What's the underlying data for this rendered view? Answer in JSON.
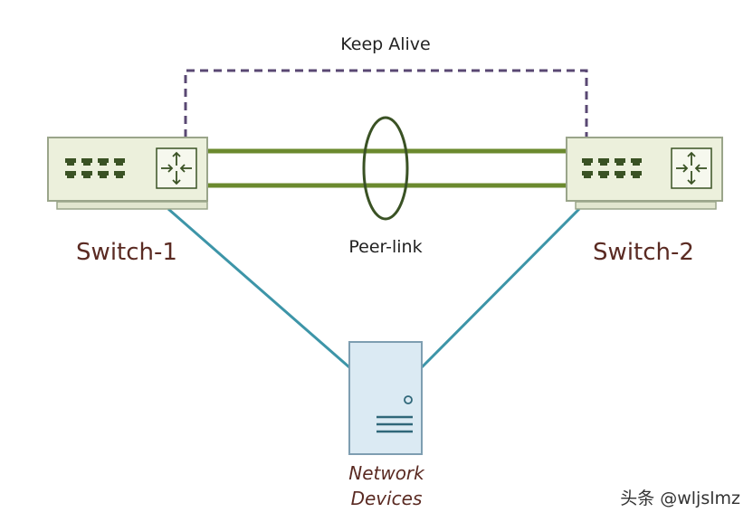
{
  "labels": {
    "keep_alive": "Keep Alive",
    "peer_link": "Peer-link",
    "switch1": "Switch-1",
    "switch2": "Switch-2",
    "network_devices_line1": "Network",
    "network_devices_line2": "Devices",
    "watermark": "头条 @wljslmz"
  },
  "colors": {
    "switch_fill": "#ecf0dc",
    "switch_stroke": "#9aa58a",
    "port": "#3a5224",
    "peer_link": "#6b8a2e",
    "keep_alive": "#5a4873",
    "uplink": "#3d95a8",
    "server_fill": "#dbeaf3",
    "server_stroke": "#7e9eb1",
    "server_detail": "#2f6779",
    "switch_text": "#5a2a22",
    "device_text": "#5a2a22"
  },
  "icons": {
    "switch_routing": "routing-arrows-icon",
    "switch_ports": "ethernet-ports-icon",
    "server": "server-tower-icon"
  }
}
